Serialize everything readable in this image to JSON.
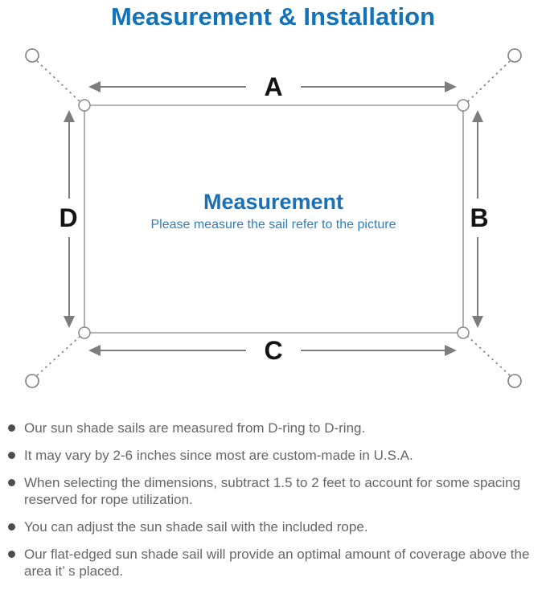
{
  "title": "Measurement & Installation",
  "diagram": {
    "edge_labels": {
      "top": "A",
      "right": "B",
      "bottom": "C",
      "left": "D"
    },
    "center": {
      "title": "Measurement",
      "subtitle": "Please measure the sail refer to the picture"
    },
    "colors": {
      "title_blue": "#1273b8",
      "center_title_blue": "#1a6fb5",
      "subtitle_blue": "#2e7fc0",
      "arrow_gray": "#7d7d7d",
      "sail_border_gray": "#9b9b9b",
      "label_black": "#141414",
      "note_text_gray": "#666666"
    }
  },
  "notes": [
    "Our sun shade sails are measured from D-ring to D-ring.",
    "It may vary by 2-6 inches since most are custom-made in U.S.A.",
    "When selecting the dimensions, subtract 1.5 to 2 feet to account for some spacing reserved for rope utilization.",
    "You can adjust the sun shade sail with the included rope.",
    "Our flat-edged sun shade sail will provide an optimal amount of coverage above the area it’ s placed."
  ]
}
